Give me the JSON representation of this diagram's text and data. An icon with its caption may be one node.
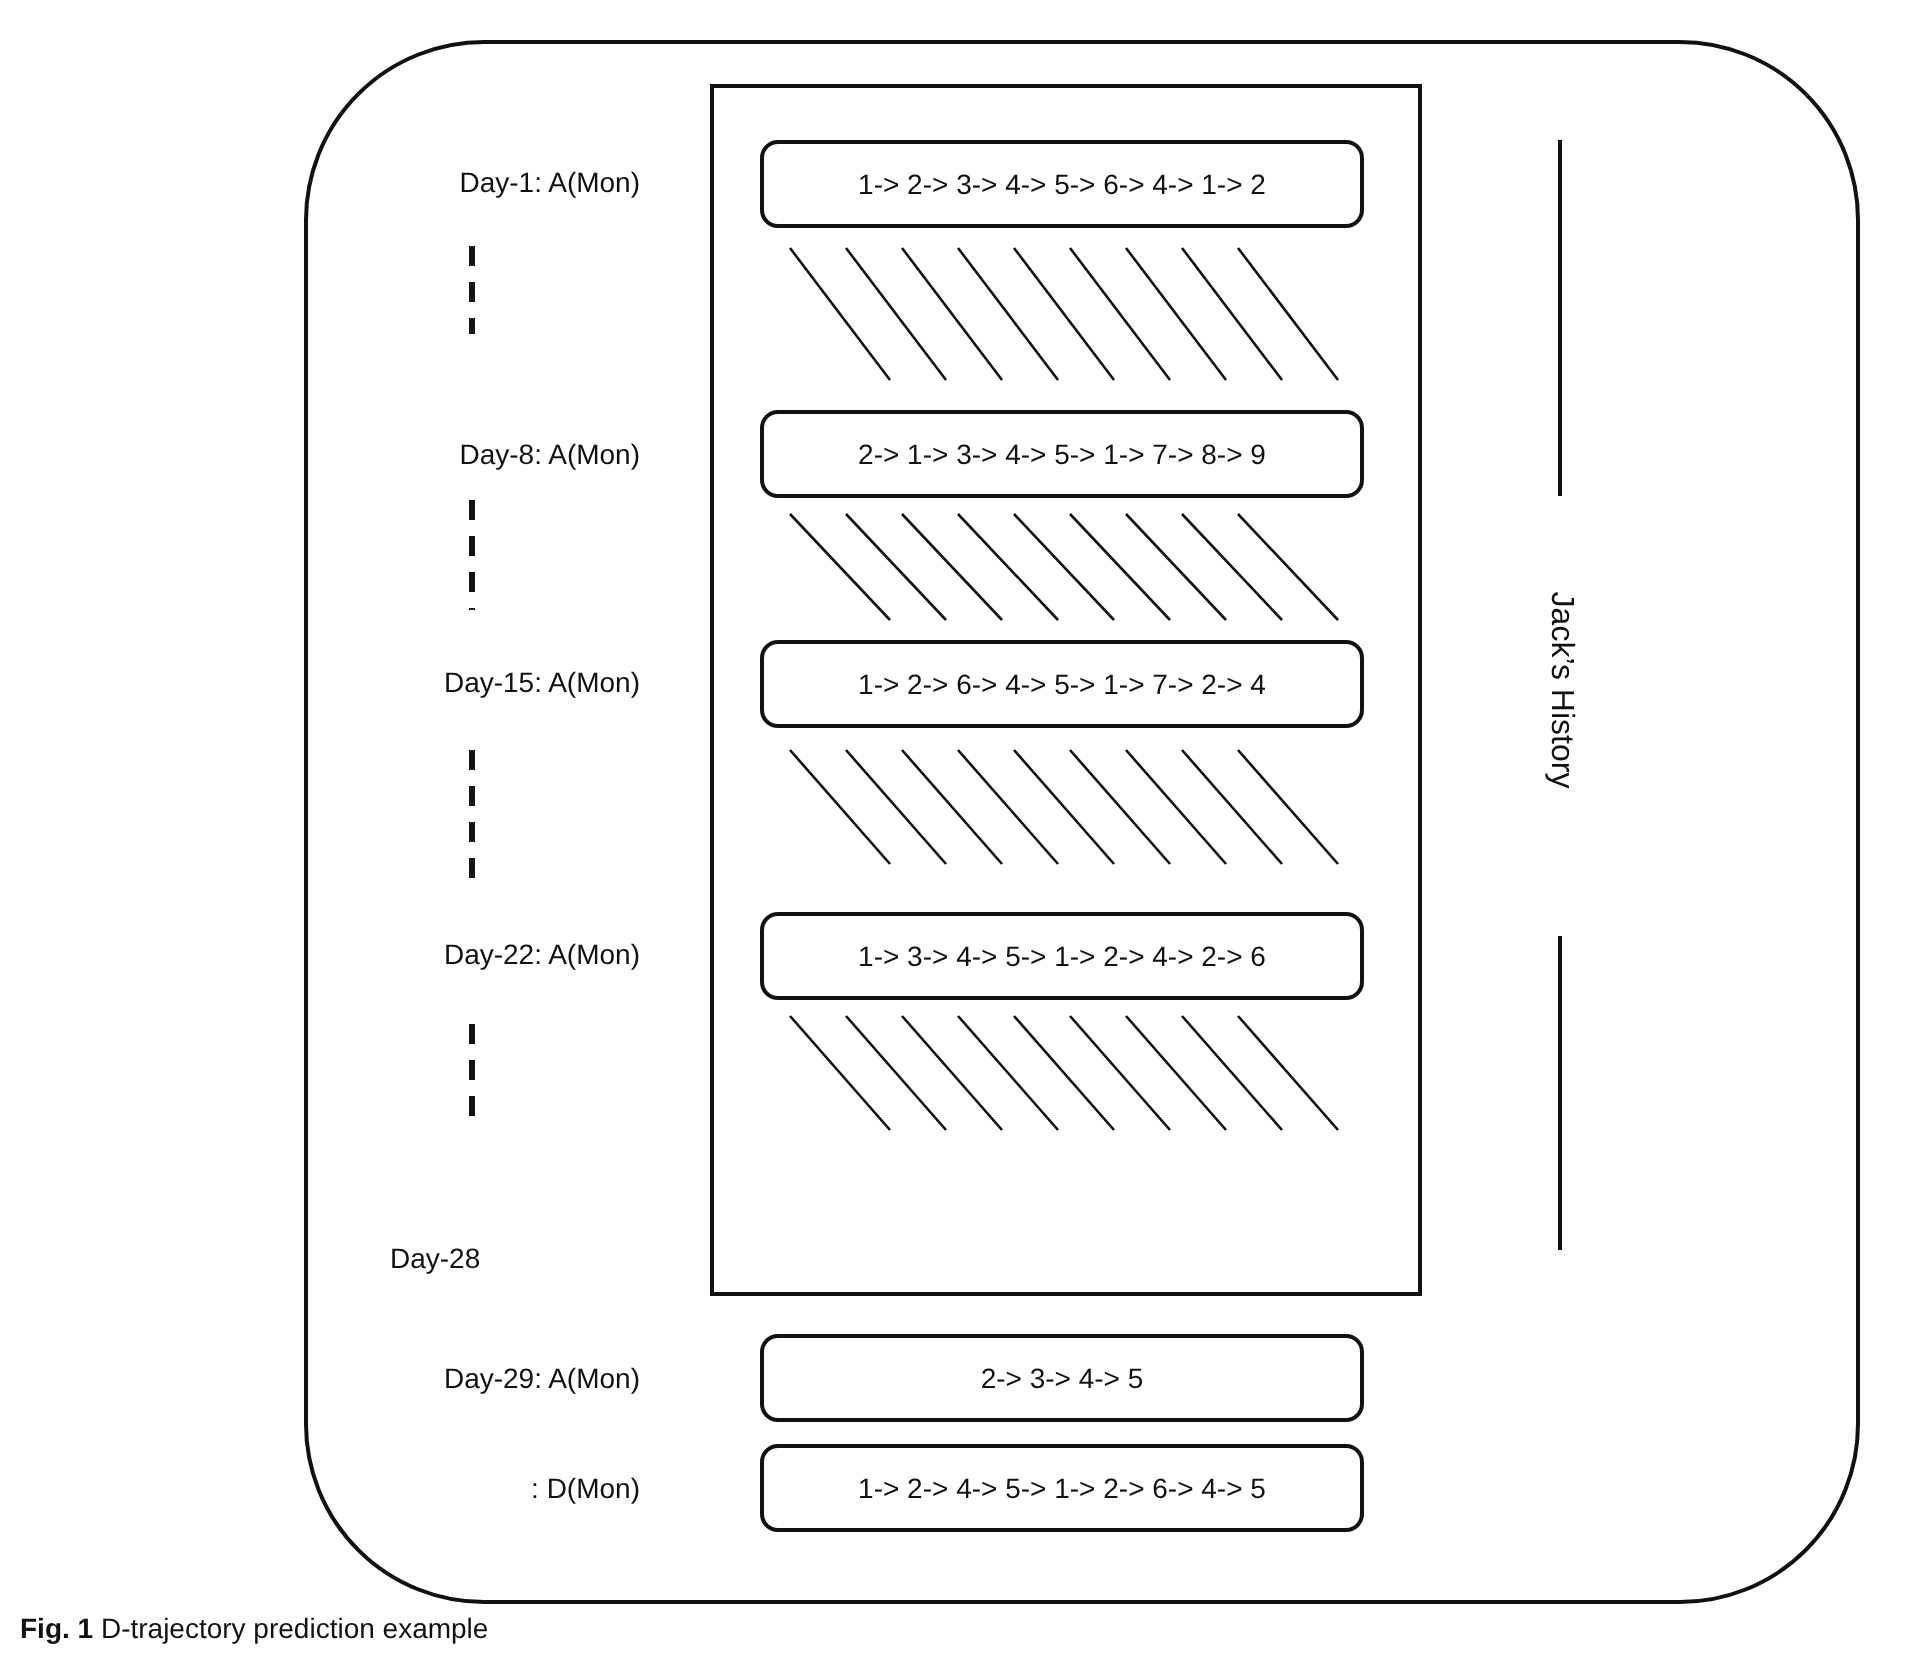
{
  "diagram": {
    "caption": "**Fig. 1** D-trajectory prediction example",
    "nodes": [
      {
        "text": [],
        "shape": "box"
      },
      {
        "text": [],
        "shape": "box",
        "in": 0
      },
      {
        "text": [
          "1-> 2-> 3-> 4-> 5-> 6-> 4-> 1-> 2"
        ],
        "in": 1
      },
      {
        "text": [
          "2-> 1-> 3-> 4-> 5-> 1-> 7-> 8-> 9"
        ],
        "in": 1
      },
      {
        "text": [
          "1-> 2-> 6-> 4-> 5-> 1-> 7-> 2-> 4"
        ],
        "in": 1
      },
      {
        "text": [
          "1-> 3-> 4-> 5-> 1-> 2-> 4-> 2-> 6"
        ],
        "in": 1
      },
      {
        "text": [
          "2-> 3-> 4-> 5"
        ],
        "in": 0
      },
      {
        "text": [
          "1-> 2-> 4-> 5-> 1-> 2-> 6-> 4-> 5"
        ],
        "in": 0
      }
    ],
    "edges": [],
    "labels": [
      "Day-1: A(Mon)",
      "Day-8: A(Mon)",
      "Day-15: A(Mon)",
      "Jack’s History",
      "Day-22: A(Mon)",
      "Day-28",
      "Day-29: A(Mon)",
      ": D(Mon)"
    ]
  }
}
